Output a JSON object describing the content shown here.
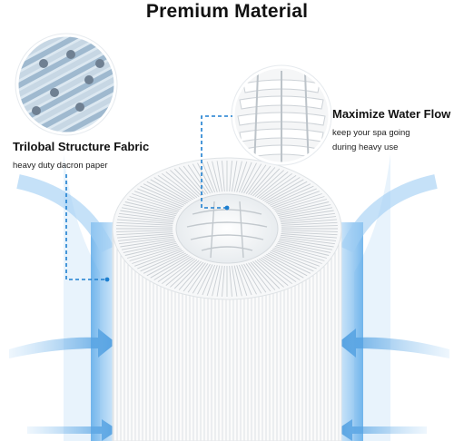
{
  "header": {
    "title": "Premium Material"
  },
  "features": {
    "fabric": {
      "heading": "Trilobal Structure Fabric",
      "description": "heavy duty dacron paper"
    },
    "flow": {
      "heading": "Maximize Water Flow",
      "description_line1": "keep your spa going",
      "description_line2": "during heavy use"
    }
  },
  "colors": {
    "accent_blue": "#3a8fd6",
    "callout_dash": "#1d7fd0",
    "filter_white": "#fbfbfb",
    "pleat_gray": "#cfd4d8"
  },
  "icons": {
    "fibers": "fiber-closeup-icon",
    "flow": "flow-core-closeup-icon"
  }
}
